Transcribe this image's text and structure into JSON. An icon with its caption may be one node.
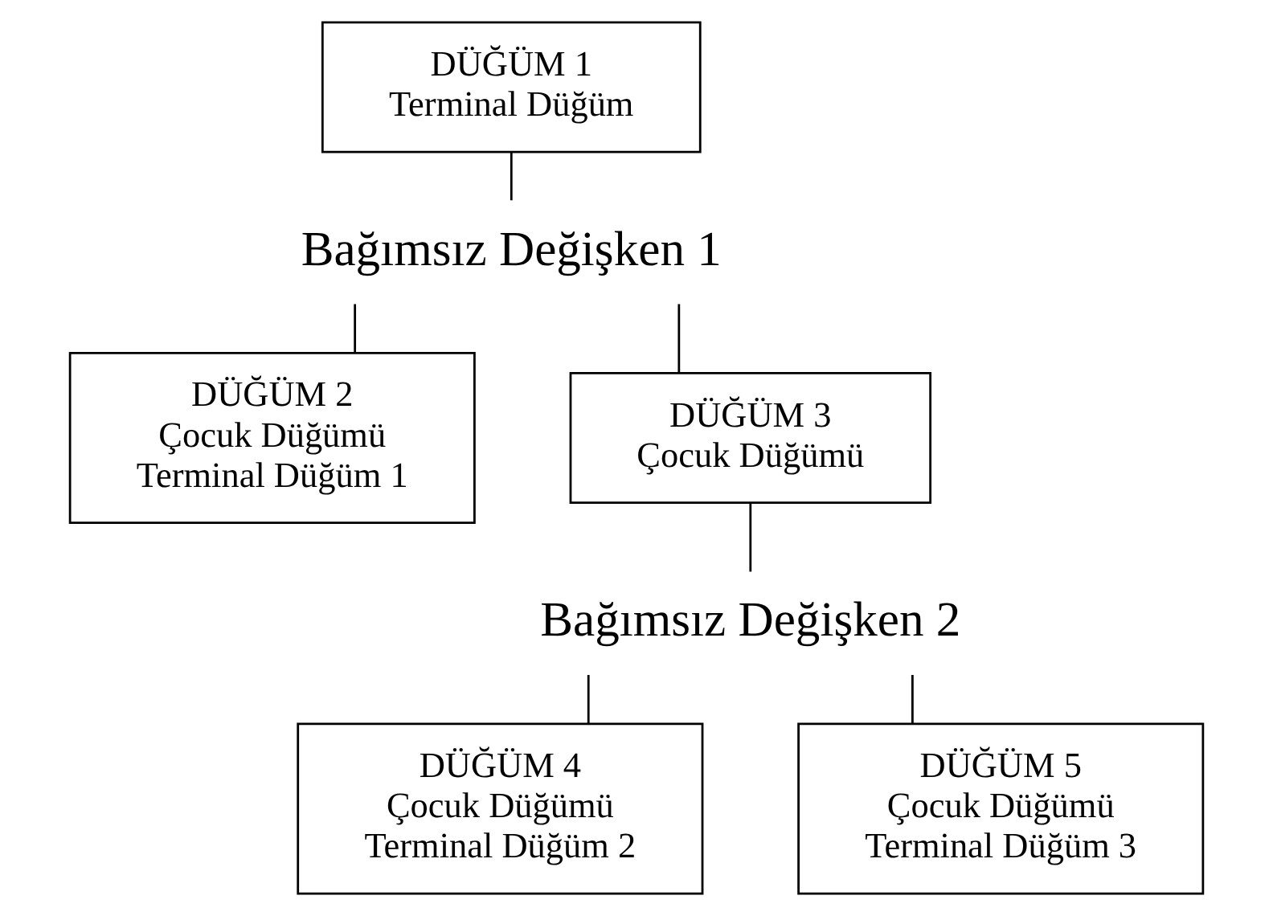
{
  "diagram": {
    "nodes": [
      {
        "text": [
          "DÜĞÜM 1",
          "Terminal Düğüm"
        ]
      },
      {
        "text": [
          "Bağımsız Değişken 1"
        ]
      },
      {
        "text": [
          "DÜĞÜM 2",
          "Çocuk Düğümü",
          "Terminal Düğüm 1"
        ]
      },
      {
        "text": [
          "DÜĞÜM 3",
          "Çocuk Düğümü"
        ]
      },
      {
        "text": [
          "Bağımsız Değişken 2"
        ]
      },
      {
        "text": [
          "DÜĞÜM 4",
          "Çocuk Düğümü",
          "Terminal Düğüm 2"
        ]
      },
      {
        "text": [
          "DÜĞÜM 5",
          "Çocuk Düğümü",
          "Terminal Düğüm 3"
        ]
      }
    ],
    "edges": [
      {
        "from": 0,
        "to": 1,
        "arrow": "none"
      },
      {
        "from": 1,
        "to": 2,
        "arrow": "none"
      },
      {
        "from": 1,
        "to": 3,
        "arrow": "none"
      },
      {
        "from": 3,
        "to": 4,
        "arrow": "none"
      },
      {
        "from": 4,
        "to": 5,
        "arrow": "none"
      },
      {
        "from": 4,
        "to": 6,
        "arrow": "none"
      }
    ]
  }
}
